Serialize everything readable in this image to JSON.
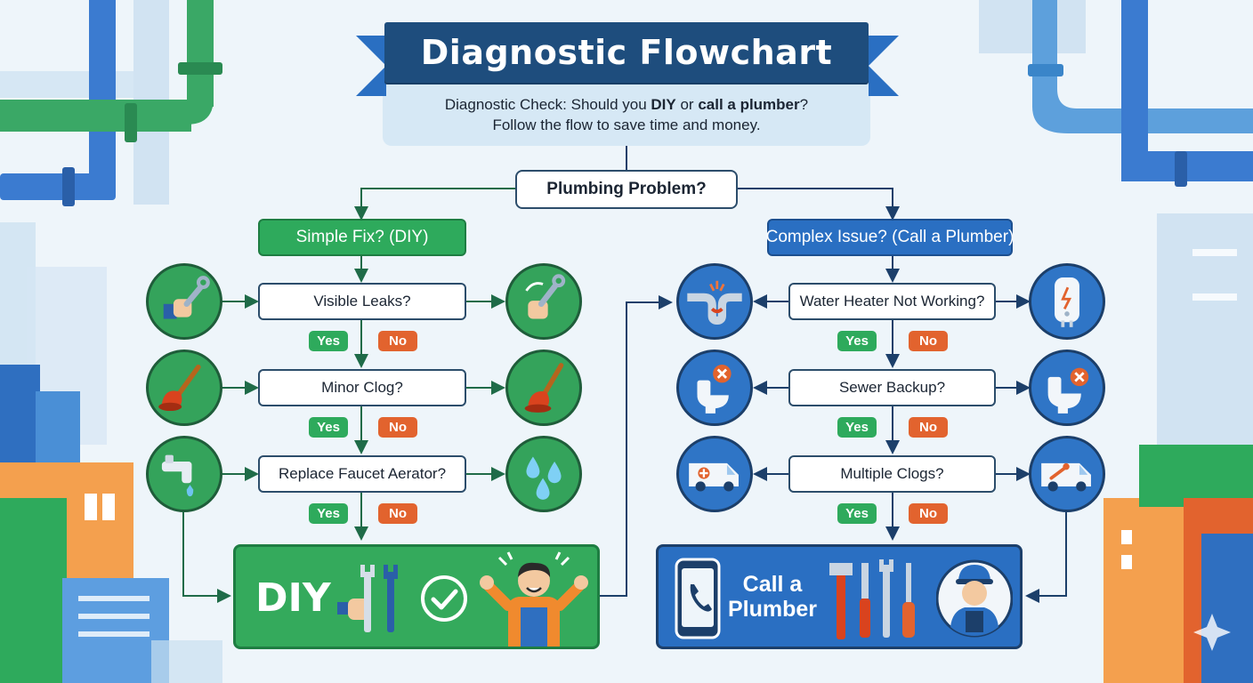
{
  "header": {
    "title": "Diagnostic Flowchart",
    "subtitle_prefix": "Diagnostic Check: Should you ",
    "subtitle_diy": "DIY",
    "subtitle_or": " or ",
    "subtitle_plumber": "call a plumber",
    "subtitle_suffix": "?",
    "subtitle_line2": "Follow the flow to save time and money."
  },
  "root": {
    "label": "Plumbing Problem?"
  },
  "diy_branch": {
    "label": "Simple Fix? (DIY)",
    "questions": [
      {
        "label": "Visible Leaks?",
        "yes": "Yes",
        "no": "No",
        "left_icon": "wrench-hand-icon",
        "right_icon": "wrench-tighten-icon"
      },
      {
        "label": "Minor Clog?",
        "yes": "Yes",
        "no": "No",
        "left_icon": "plunger-icon",
        "right_icon": "plunger-icon"
      },
      {
        "label": "Replace Faucet Aerator?",
        "yes": "Yes",
        "no": "No",
        "left_icon": "faucet-icon",
        "right_icon": "water-drops-icon"
      }
    ],
    "outcome": {
      "label": "DIY"
    }
  },
  "plumber_branch": {
    "label": "Complex Issue? (Call a Plumber)",
    "questions": [
      {
        "label": "Water Heater Not Working?",
        "yes": "Yes",
        "no": "No",
        "left_icon": "burst-pipe-icon",
        "right_icon": "water-heater-icon"
      },
      {
        "label": "Sewer Backup?",
        "yes": "Yes",
        "no": "No",
        "left_icon": "toilet-x-icon",
        "right_icon": "toilet-x-icon"
      },
      {
        "label": "Multiple Clogs?",
        "yes": "Yes",
        "no": "No",
        "left_icon": "service-van-icon",
        "right_icon": "service-van-icon"
      }
    ],
    "outcome": {
      "label_line1": "Call a",
      "label_line2": "Plumber"
    }
  },
  "colors": {
    "diy_green": "#2eaa5c",
    "plumber_blue": "#2a6fc2",
    "no_orange": "#e2632e",
    "banner_navy": "#1e4d7d"
  }
}
